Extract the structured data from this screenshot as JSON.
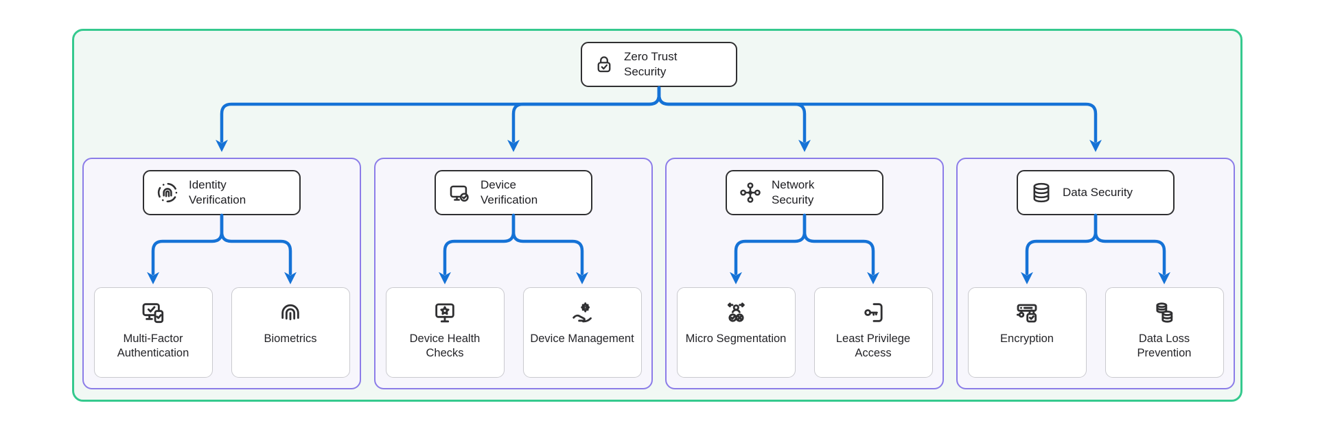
{
  "colors": {
    "outer_border": "#35c98e",
    "outer_background": "#f1f8f4",
    "group_border": "#8b7ce8",
    "group_background": "#f7f6fc",
    "connector_blue": "#1572d6",
    "node_border": "#2f2f31",
    "child_border": "#c9c9ce",
    "text": "#1d1d21"
  },
  "root": {
    "label": "Zero Trust Security",
    "icon": "lock-check-icon"
  },
  "groups": [
    {
      "header": {
        "label": "Identity Verification",
        "icon": "fingerprint-scan-icon"
      },
      "children": [
        {
          "label": "Multi-Factor Authentication",
          "icon": "devices-check-icon"
        },
        {
          "label": "Biometrics",
          "icon": "fingerprint-icon"
        }
      ]
    },
    {
      "header": {
        "label": "Device Verification",
        "icon": "monitor-check-icon"
      },
      "children": [
        {
          "label": "Device Health Checks",
          "icon": "monitor-star-icon"
        },
        {
          "label": "Device Management",
          "icon": "hand-gear-icon"
        }
      ]
    },
    {
      "header": {
        "label": "Network Security",
        "icon": "network-nodes-icon"
      },
      "children": [
        {
          "label": "Micro Segmentation",
          "icon": "user-routes-icon"
        },
        {
          "label": "Least Privilege Access",
          "icon": "key-door-icon"
        }
      ]
    },
    {
      "header": {
        "label": "Data Security",
        "icon": "database-icon"
      },
      "children": [
        {
          "label": "Encryption",
          "icon": "server-lock-icon"
        },
        {
          "label": "Data Loss Prevention",
          "icon": "databases-icon"
        }
      ]
    }
  ]
}
